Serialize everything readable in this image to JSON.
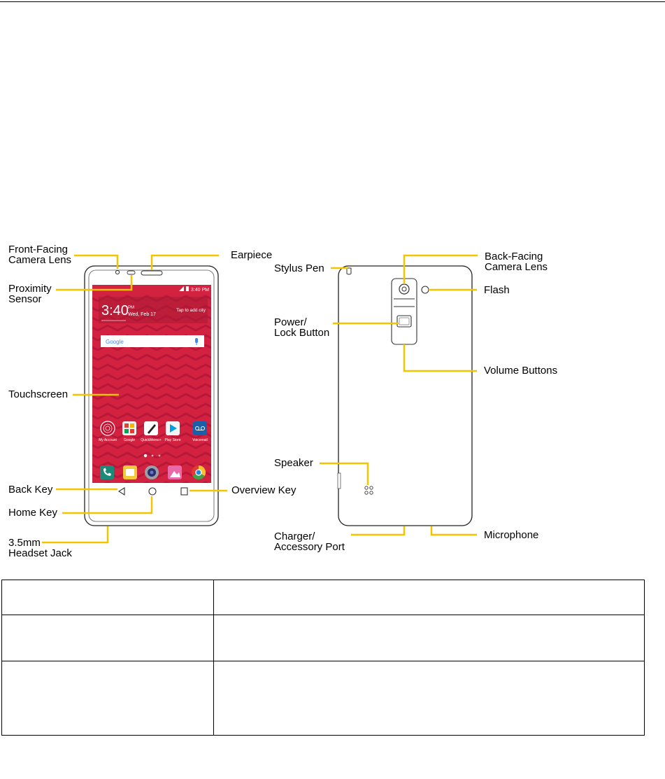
{
  "callouts": {
    "front": {
      "front_camera": [
        "Front-Facing",
        "Camera Lens"
      ],
      "proximity": [
        "Proximity",
        "Sensor"
      ],
      "touchscreen": "Touchscreen",
      "back_key": "Back Key",
      "home_key": "Home Key",
      "headset_jack": [
        "3.5mm",
        "Headset Jack"
      ],
      "earpiece": "Earpiece",
      "overview_key": "Overview Key"
    },
    "back": {
      "stylus": "Stylus Pen",
      "power_lock": [
        "Power/",
        "Lock Button"
      ],
      "speaker": "Speaker",
      "charger": [
        "Charger/",
        "Accessory Port"
      ],
      "back_camera": [
        "Back-Facing",
        "Camera Lens"
      ],
      "flash": "Flash",
      "volume": "Volume Buttons",
      "microphone": "Microphone"
    }
  },
  "screen": {
    "status_time": "3:40 PM",
    "clock_time": "3:40",
    "clock_ampm": "PM",
    "clock_date": "Wed, Feb 17",
    "weather": "Tap to add city",
    "search_brand": "Google",
    "apps": [
      {
        "label": "My Account",
        "color": "#c8102e"
      },
      {
        "label": "Google",
        "color": "#f1f1f1"
      },
      {
        "label": "QuickMemo+",
        "color": "#ffffff"
      },
      {
        "label": "Play Store",
        "color": "#f4f4f4"
      },
      {
        "label": "Voicemail",
        "color": "#1a5fa8"
      }
    ],
    "dock": [
      {
        "name": "phone-icon",
        "color": "#1b8a78"
      },
      {
        "name": "messaging-icon",
        "color": "#f3c93c"
      },
      {
        "name": "camera-icon",
        "color": "#9aa0a8"
      },
      {
        "name": "gallery-icon",
        "color": "#e86aa8"
      },
      {
        "name": "chrome-icon",
        "color": "#e53935"
      }
    ]
  },
  "colors": {
    "callout_line": "#f5c400",
    "screen_red": "#d2223f"
  },
  "table": {
    "header": [
      "",
      ""
    ],
    "rows": [
      [
        "",
        ""
      ],
      [
        "",
        ""
      ]
    ]
  }
}
